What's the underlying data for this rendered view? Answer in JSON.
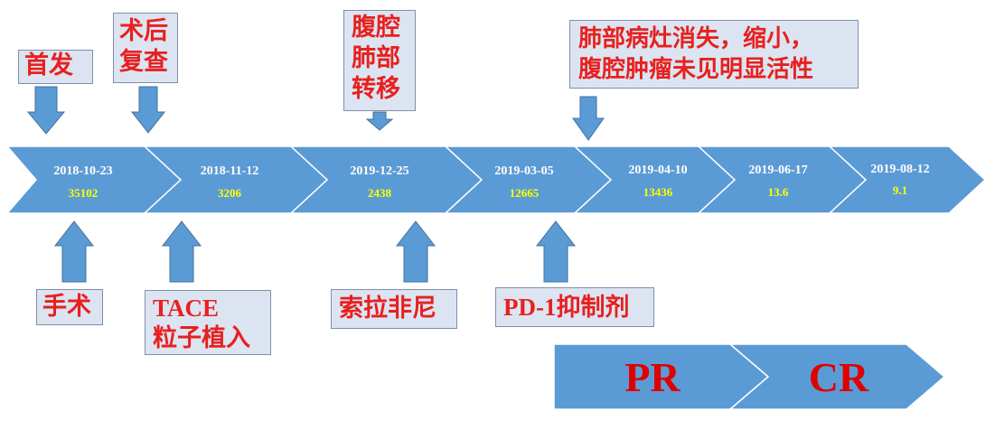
{
  "colors": {
    "segment_fill": "#5b9bd5",
    "arrow_fill": "#5b9bd5",
    "box_fill": "#dce4f2",
    "box_text": "#e8201e",
    "date_text": "#ffffff",
    "value_text": "#ffff00",
    "response_text": "#e00000"
  },
  "timeline": [
    {
      "date": "2018-10-23",
      "value": "35102"
    },
    {
      "date": "2018-11-12",
      "value": "3206"
    },
    {
      "date": "2019-12-25",
      "value": "2438"
    },
    {
      "date": "2019-03-05",
      "value": "12665"
    },
    {
      "date": "2019-04-10",
      "value": "13436"
    },
    {
      "date": "2019-06-17",
      "value": "13.6"
    },
    {
      "date": "2019-08-12",
      "value": "9.1"
    }
  ],
  "events_top": {
    "first_onset": "首发",
    "postop_review": [
      "术后",
      "复查"
    ],
    "abdominal_lung_metastasis": [
      "腹腔",
      "肺部",
      "转移"
    ],
    "lesion_response": [
      "肺部病灶消失，缩小，",
      "腹腔肿瘤未见明显活性"
    ]
  },
  "events_bottom": {
    "surgery": "手术",
    "tace": [
      "TACE",
      "粒子植入"
    ],
    "sorafenib": "索拉非尼",
    "pd1": {
      "prefix": "PD-1",
      "suffix": "抑制剂"
    }
  },
  "response": [
    "PR",
    "CR"
  ]
}
